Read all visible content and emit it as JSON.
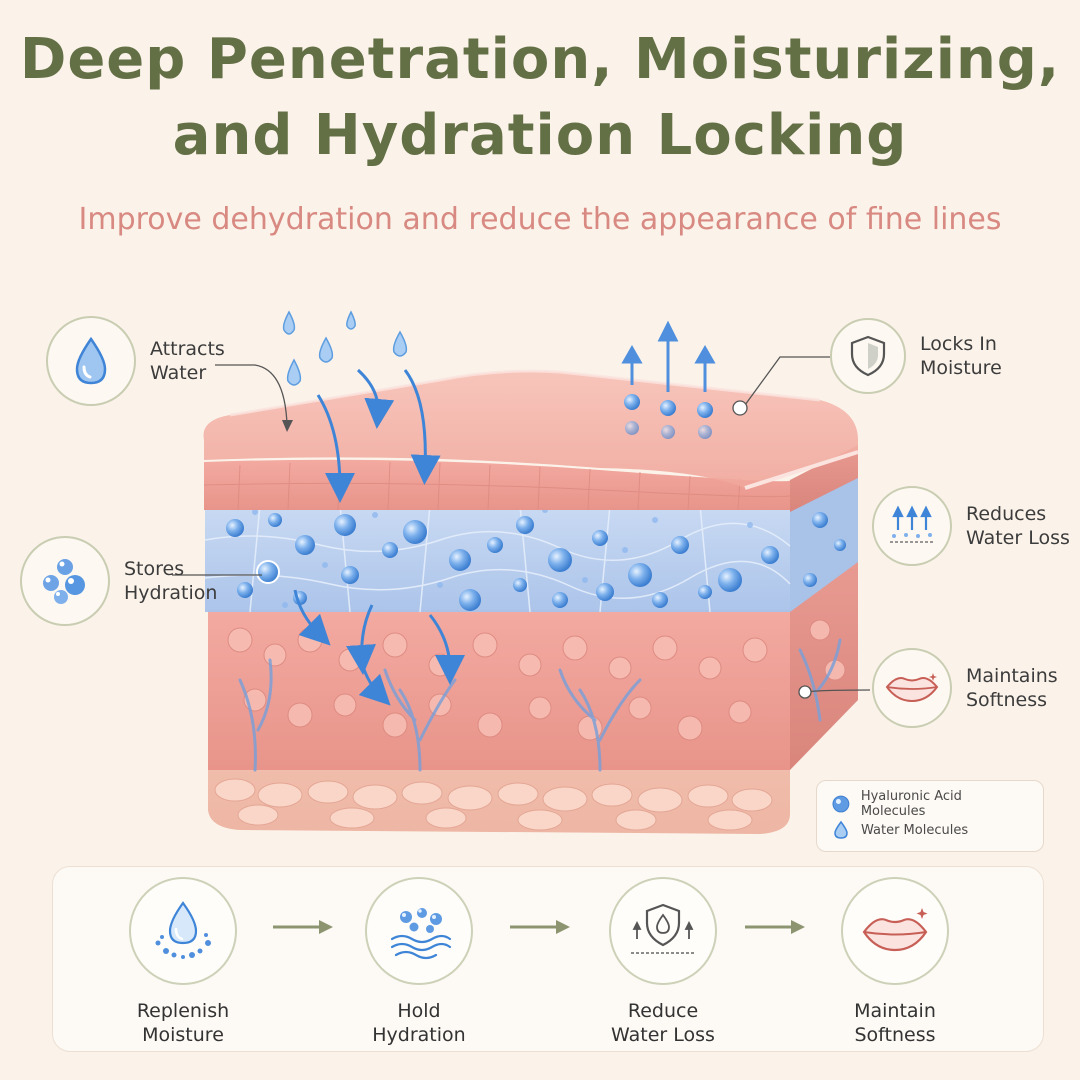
{
  "title": {
    "line1": "Deep Penetration, Moisturizing,",
    "line2": "and Hydration Locking"
  },
  "subtitle": "Improve dehydration and reduce the appearance of fine lines",
  "callouts": {
    "attracts_water": {
      "line1": "Attracts",
      "line2": "Water",
      "icon": "water-drop-icon"
    },
    "stores_hydration": {
      "line1": "Stores",
      "line2": "Hydration",
      "icon": "molecules-icon"
    },
    "locks_in_moisture": {
      "line1": "Locks In",
      "line2": "Moisture",
      "icon": "shield-icon"
    },
    "reduces_water_loss": {
      "line1": "Reduces",
      "line2": "Water Loss",
      "icon": "evaporation-icon"
    },
    "maintains_softness": {
      "line1": "Maintains",
      "line2": "Softness",
      "icon": "lips-icon"
    }
  },
  "legend": {
    "items": [
      {
        "label": "Hyaluronic Acid Molecules",
        "icon": "molecule-icon"
      },
      {
        "label": "Water Molecules",
        "icon": "water-drop-icon"
      }
    ]
  },
  "steps": [
    {
      "line1": "Replenish",
      "line2": "Moisture",
      "icon": "water-drop-icon"
    },
    {
      "line1": "Hold",
      "line2": "Hydration",
      "icon": "molecules-wave-icon"
    },
    {
      "line1": "Reduce",
      "line2": "Water Loss",
      "icon": "shield-icon"
    },
    {
      "line1": "Maintain",
      "line2": "Softness",
      "icon": "lips-icon"
    }
  ],
  "colors": {
    "title": "#636f45",
    "subtitle": "#d88a82",
    "skin_top": "#f0a9a0",
    "hydration_layer": "#b8cff0",
    "molecule": "#6ea4e6",
    "arrow_blue": "#3e85d8",
    "step_arrow": "#8c9570"
  }
}
